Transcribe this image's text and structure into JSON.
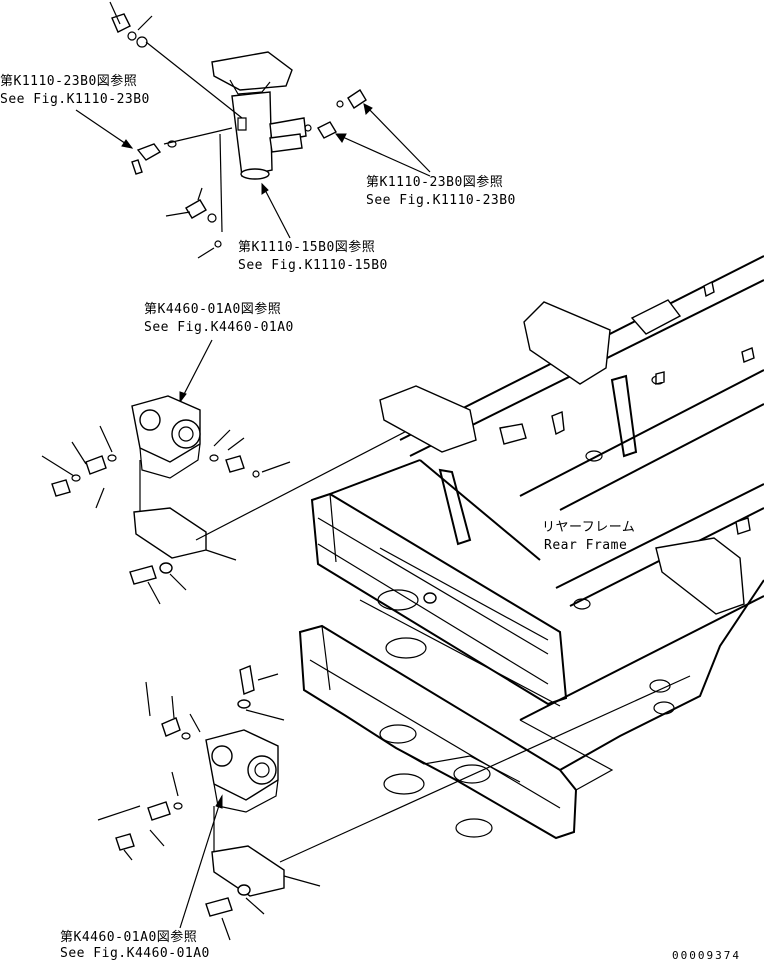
{
  "labels": {
    "ref1_jp": "第K1110-23B0図参照",
    "ref1_en": "See Fig.K1110-23B0",
    "ref2_jp": "第K1110-23B0図参照",
    "ref2_en": "See Fig.K1110-23B0",
    "ref3_jp": "第K1110-15B0図参照",
    "ref3_en": "See Fig.K1110-15B0",
    "ref4_jp": "第K4460-01A0図参照",
    "ref4_en": "See Fig.K4460-01A0",
    "ref5_jp": "第K4460-01A0図参照",
    "ref5_en": "See Fig.K4460-01A0",
    "rear_frame_jp": "リヤーフレーム",
    "rear_frame_en": "Rear Frame",
    "drawing_number": "00009374"
  }
}
